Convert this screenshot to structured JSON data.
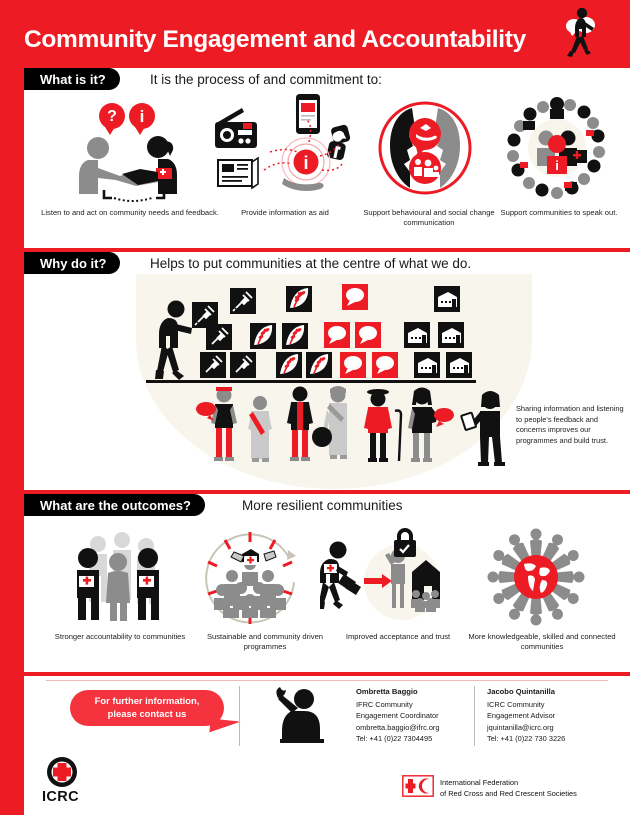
{
  "header": {
    "title": "Community Engagement and Accountability",
    "icon": "walking-person-with-speech-bubbles-icon",
    "bg_color": "#ED1C24",
    "text_color": "#FFFFFF"
  },
  "sections": [
    {
      "tab_label": "What is it?",
      "subtitle": "It is the process of and commitment to:",
      "items": [
        {
          "icon": "handshake-question-info-icon",
          "caption": "Listen to and act on community needs and feedback."
        },
        {
          "icon": "information-as-aid-hand-icon",
          "caption": "Provide information as aid"
        },
        {
          "icon": "two-faces-dialogue-circle-icon",
          "caption": "Support behavioural and social change communication"
        },
        {
          "icon": "community-speak-out-icon",
          "caption": "Support communities to speak out."
        }
      ]
    },
    {
      "tab_label": "Why do it?",
      "subtitle": "Helps to put communities at the centre of what we do.",
      "note": "Sharing information and listening to people's feedback and concerns improves our programmes and build trust.",
      "blocks_legend": [
        "syringe",
        "wheat",
        "speech-bubble",
        "shelter"
      ],
      "figures": [
        "worker-stacking-blocks",
        "man-with-speech-bubble",
        "woman-with-sash",
        "woman-in-red",
        "woman-with-basket",
        "elderly-man-with-cane",
        "pregnant-woman-with-bubble",
        "woman-with-tablet"
      ]
    },
    {
      "tab_label": "What are the outcomes?",
      "subtitle": "More resilient communities",
      "items": [
        {
          "icon": "group-of-people-accountability-icon",
          "caption": "Stronger accountability to communities"
        },
        {
          "icon": "community-crowd-sunburst-icon",
          "caption": "Sustainable and community driven programmes"
        },
        {
          "icon": "aid-worker-acceptance-lock-house-icon",
          "caption": "Improved acceptance and trust"
        },
        {
          "icon": "globe-connected-people-icon",
          "caption": "More knowledgeable, skilled and connected communities"
        }
      ]
    }
  ],
  "footer": {
    "bubble_line1": "For further information,",
    "bubble_line2": "please contact us",
    "speaker_icon": "person-raising-hand-icon",
    "contacts": [
      {
        "name": "Ombretta Baggio",
        "org": "IFRC Community",
        "role": "Engagement Coordinator",
        "email": "ombretta.baggio@ifrc.org",
        "tel": "Tel: +41 (0)22 7304495"
      },
      {
        "name": "Jacobo Quintanilla",
        "org": "ICRC Community",
        "role": "Engagement Advisor",
        "email": "jquintanilla@icrc.org",
        "tel": "Tel: +41 (0)22 730 3226"
      }
    ],
    "icrc_logo_label": "ICRC",
    "icrc_logo_icon": "icrc-red-cross-seal-icon",
    "ifrc_logo_icon": "ifrc-cross-crescent-icon",
    "ifrc_line1": "International Federation",
    "ifrc_line2": "of Red Cross and Red Crescent Societies"
  },
  "colors": {
    "red": "#ED1C24",
    "black": "#111111",
    "grey": "#8C8C8C",
    "cream": "#F7F5EC",
    "white": "#FFFFFF"
  }
}
